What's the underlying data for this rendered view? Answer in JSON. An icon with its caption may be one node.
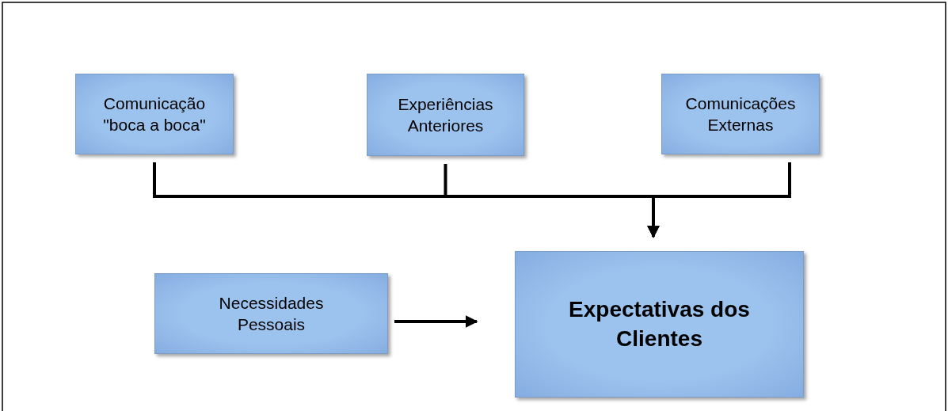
{
  "diagram": {
    "nodes": [
      {
        "text": [
          "Comunicação \"boca a boca\""
        ]
      },
      {
        "text": [
          "Experiências Anteriores"
        ]
      },
      {
        "text": [
          "Comunicações Externas"
        ]
      },
      {
        "text": [
          "Necessidades Pessoais"
        ]
      },
      {
        "text": [
          "Expectativas dos Clientes"
        ]
      }
    ],
    "edges": [
      {
        "from": 0,
        "to": 4,
        "arrow": "to"
      },
      {
        "from": 1,
        "to": 4,
        "arrow": "to"
      },
      {
        "from": 2,
        "to": 4,
        "arrow": "to"
      },
      {
        "from": 3,
        "to": 4,
        "arrow": "to"
      }
    ]
  }
}
